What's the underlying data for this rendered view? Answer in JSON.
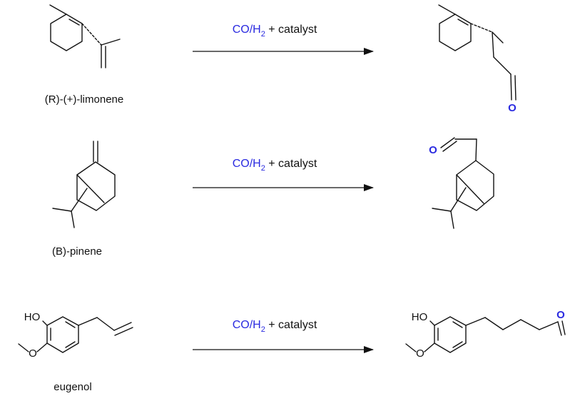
{
  "colors": {
    "bond": "#111111",
    "reagent": "#2a2ae0",
    "oxygen": "#2a2ae0",
    "background": "#ffffff"
  },
  "reactions": [
    {
      "reactant_name": "(R)-(+)-limonene",
      "reagent_prefix": "CO/H",
      "reagent_subscript": "2",
      "reagent_suffix": " + catalyst",
      "product_oxygen": "O"
    },
    {
      "reactant_name": "(B)-pinene",
      "reagent_prefix": "CO/H",
      "reagent_subscript": "2",
      "reagent_suffix": " + catalyst",
      "product_oxygen": "O"
    },
    {
      "reactant_name": "eugenol",
      "reactant_hydroxyl": "HO",
      "reactant_ether_oxygen": "O",
      "reagent_prefix": "CO/H",
      "reagent_subscript": "2",
      "reagent_suffix": " + catalyst",
      "product_hydroxyl": "HO",
      "product_ether_oxygen": "O",
      "product_oxygen": "O"
    }
  ]
}
